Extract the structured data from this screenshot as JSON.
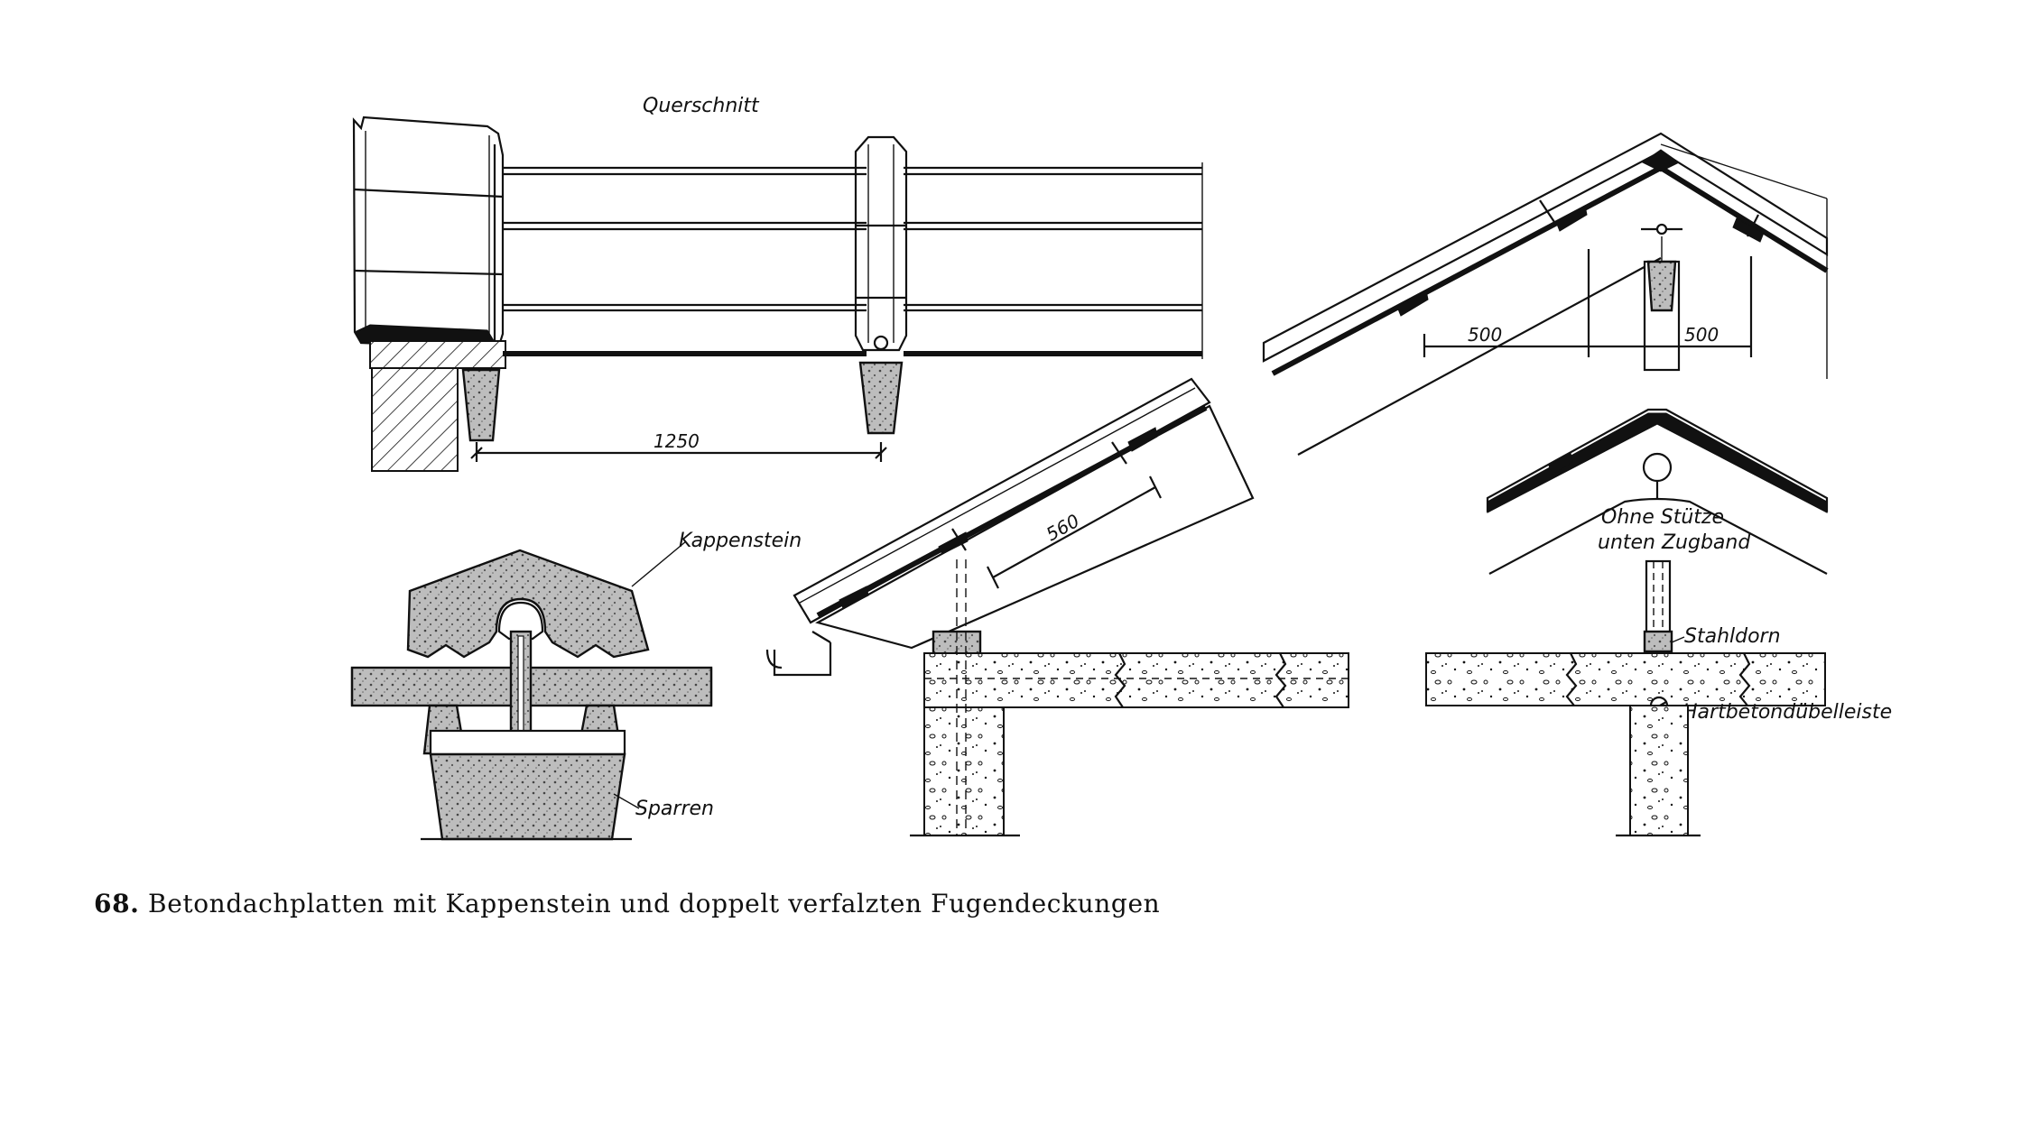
{
  "labels": {
    "cross_section": "Querschnitt",
    "cap_stone": "Kappenstein",
    "rafter": "Sparren",
    "no_support_line1": "Ohne Stütze",
    "no_support_line2": "unten Zugband",
    "steel_pin": "Stahldorn",
    "dowel_strip": "Hartbetondübelleiste"
  },
  "dimensions": {
    "width_1250": "1250",
    "slope_560": "560",
    "half_left_500": "500",
    "half_right_500": "500"
  },
  "caption": {
    "number": "68.",
    "text": "Betondachplatten mit Kappenstein und doppelt verfalzten Fugendeckungen"
  }
}
